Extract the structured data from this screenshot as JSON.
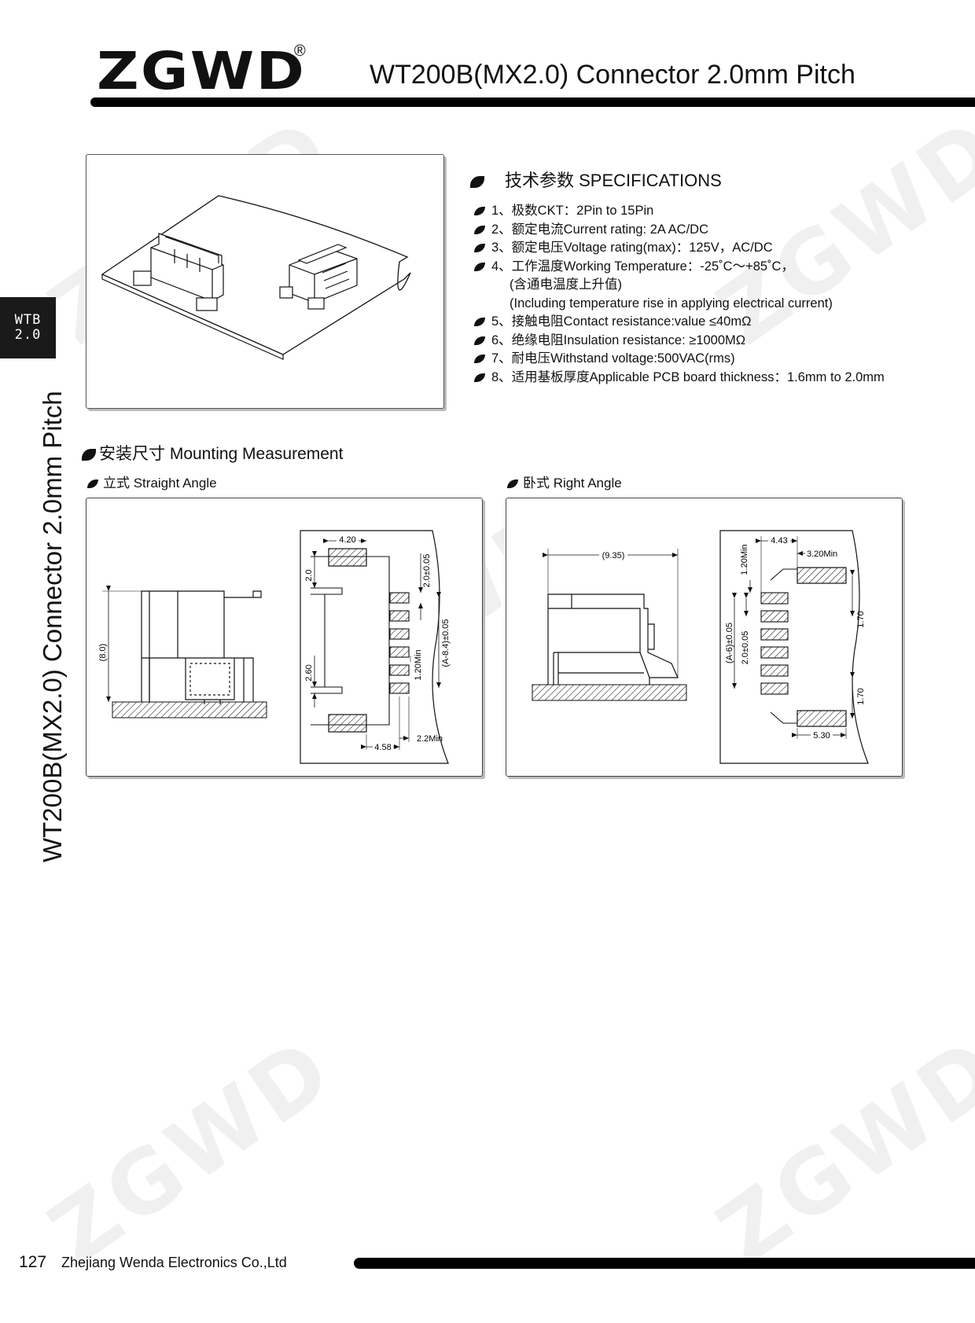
{
  "header": {
    "logo": "ZGWD",
    "registered": "®",
    "title": "WT200B(MX2.0) Connector 2.0mm Pitch"
  },
  "side_tab": {
    "line1": "WTB",
    "line2": "2.0"
  },
  "side_title": "WT200B(MX2.0) Connector 2.0mm Pitch",
  "specs": {
    "heading": "技术参数 SPECIFICATIONS",
    "items": [
      "1、极数CKT：2Pin to 15Pin",
      "2、额定电流Current rating: 2A AC/DC",
      "3、额定电压Voltage rating(max)：125V，AC/DC",
      "4、工作温度Working Temperature：-25˚C～+85˚C，",
      "5、接触电阻Contact resistance:value ≤40mΩ",
      "6、绝缘电阻Insulation resistance: ≥1000MΩ",
      "7、耐电压Withstand voltage:500VAC(rms)",
      "8、适用基板厚度Applicable PCB board thickness：1.6mm to 2.0mm"
    ],
    "item4_sub1": "(含通电温度上升值)",
    "item4_sub2": "(Including temperature rise in applying electrical current)"
  },
  "mounting": {
    "heading": "安装尺寸 Mounting Measurement",
    "straight_label": "立式 Straight Angle",
    "right_label": "卧式 Right Angle",
    "straight_dims": {
      "height": "(8.0)",
      "w420": "4.20",
      "d20": "2.0",
      "d260": "2.60",
      "d2005": "2.0±0.05",
      "a84": "(A-8.4)±0.05",
      "min120": "1.20Min",
      "w458": "4.58",
      "min22": "2.2Min"
    },
    "right_dims": {
      "w935": "(9.35)",
      "w443": "4.43",
      "min320": "3.20Min",
      "min120": "1.20Min",
      "d170a": "1.70",
      "d170b": "1.70",
      "a6": "(A-6)±0.05",
      "d2005": "2.0±0.05",
      "w530": "5.30"
    }
  },
  "footer": {
    "page": "127",
    "company": "Zhejiang Wenda Electronics Co.,Ltd"
  }
}
